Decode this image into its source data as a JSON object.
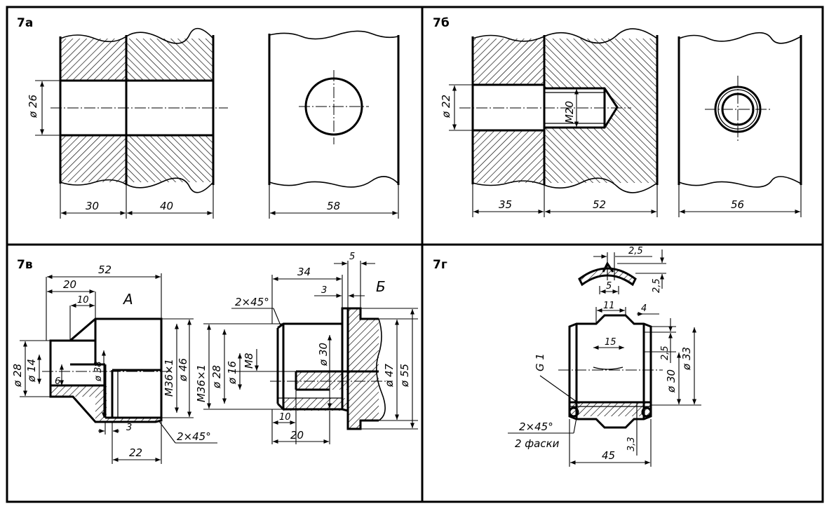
{
  "panels": {
    "a": {
      "label": "7а",
      "dims": {
        "dia": "ø 26",
        "w1": "30",
        "w2": "40",
        "w3": "58"
      }
    },
    "b": {
      "label": "7б",
      "dims": {
        "dia": "ø 22",
        "thread": "M20",
        "w1": "35",
        "w2": "52",
        "w3": "56"
      }
    },
    "c": {
      "label": "7в",
      "partA": {
        "letter": "A",
        "dims": {
          "d52": "52",
          "d20": "20",
          "d10": "10",
          "d28": "ø 28",
          "d14": "ø 14",
          "d6": "6",
          "d38": "ø 38",
          "d3": "3",
          "d22": "22",
          "m36": "M36×1",
          "d46": "ø 46",
          "chamfer": "2×45°"
        }
      },
      "partB": {
        "letter": "Б",
        "dims": {
          "d34": "34",
          "d5": "5",
          "d3": "3",
          "chamfer": "2×45°",
          "m36": "M36×1",
          "d28": "ø 28",
          "d16": "ø 16",
          "m8": "M8",
          "d30": "ø 30",
          "d47": "ø 47",
          "d55": "ø 55",
          "d10": "10",
          "d20": "20"
        }
      }
    },
    "d": {
      "label": "7г",
      "dims": {
        "d25a": "2,5",
        "d25b": "2,5",
        "d5": "5",
        "d11": "11",
        "d4": "4",
        "d15": "15",
        "d25c": "2,5",
        "d30": "ø 30",
        "d33": "ø 33",
        "g1": "G 1",
        "chamfer": "2×45°",
        "chamfer_note": "2 фаски",
        "d33b": "3,3",
        "d45": "45"
      }
    }
  }
}
